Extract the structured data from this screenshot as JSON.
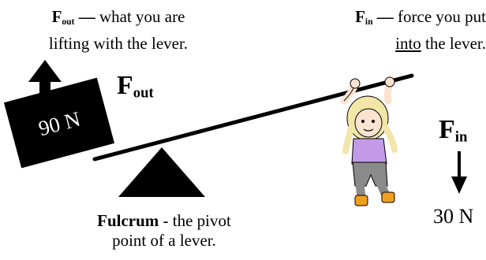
{
  "fout_description": {
    "symbol_main": "F",
    "symbol_sub": "out",
    "dash": " — ",
    "line1_rest": "what you are",
    "line2": "lifting with the lever."
  },
  "fin_description": {
    "symbol_main": "F",
    "symbol_sub": "in",
    "dash": " — ",
    "line1_rest": "force you put",
    "line2_underlined": "into",
    "line2_rest": " the lever."
  },
  "fout_symbol": {
    "main": "F",
    "sub": "out"
  },
  "fin_symbol": {
    "main": "F",
    "sub": "in"
  },
  "load_block": {
    "label": "90 N",
    "fill_color": "#000000",
    "text_color": "#ffffff"
  },
  "effort_value": {
    "label": "30 N"
  },
  "fulcrum": {
    "label_bold": "Fulcrum",
    "label_rest": " - the pivot",
    "label_line2": "point of a lever."
  },
  "colors": {
    "lever": "#000000",
    "shirt": "#c49ae8",
    "pants": "#8a8a8a",
    "hair": "#f2e6a8",
    "shoes": "#f0a020",
    "skin": "#fbe3cf"
  }
}
